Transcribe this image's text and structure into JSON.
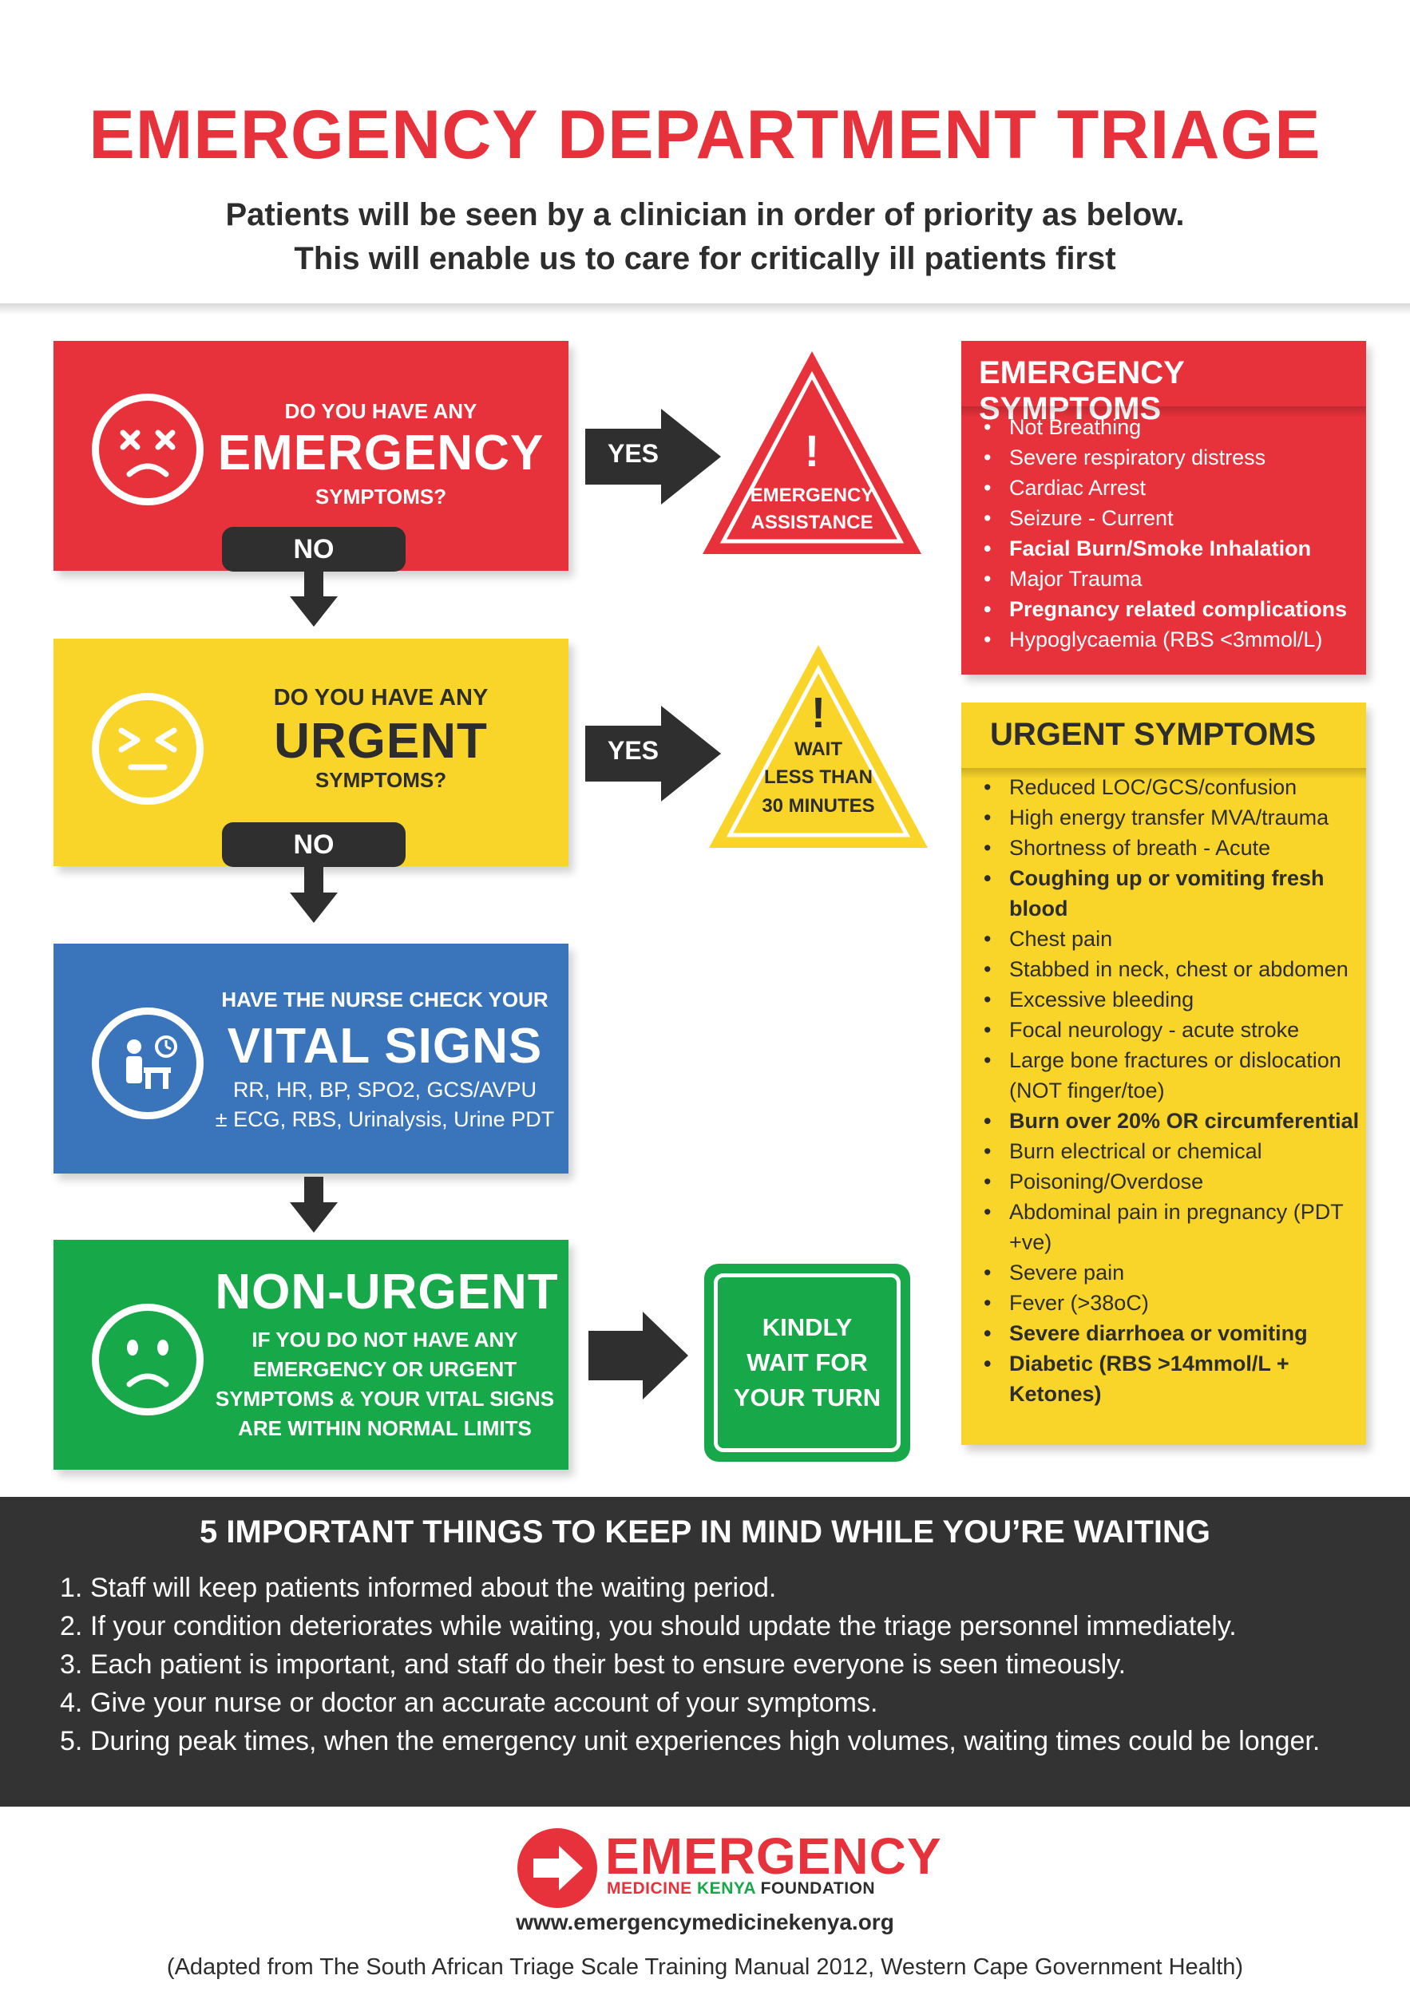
{
  "header": {
    "title": "EMERGENCY DEPARTMENT TRIAGE",
    "subtitle_line1": "Patients will be seen by a clinician in order of priority as below.",
    "subtitle_line2": "This will enable us to care for critically ill patients first"
  },
  "colors": {
    "red": "#e8323b",
    "yellow": "#f9d52a",
    "blue": "#3a75bb",
    "green": "#17a84a",
    "dark": "#333333"
  },
  "flow": {
    "emergency": {
      "question_top": "DO YOU HAVE ANY",
      "question_big": "EMERGENCY",
      "question_bottom": "SYMPTOMS?",
      "no_label": "NO",
      "yes_label": "YES",
      "triangle_mark": "!",
      "triangle_line1": "EMERGENCY",
      "triangle_line2": "ASSISTANCE",
      "icon": "distressed-face-icon"
    },
    "urgent": {
      "question_top": "DO YOU HAVE ANY",
      "question_big": "URGENT",
      "question_bottom": "SYMPTOMS?",
      "no_label": "NO",
      "yes_label": "YES",
      "triangle_mark": "!",
      "triangle_line1": "WAIT",
      "triangle_line2": "LESS THAN",
      "triangle_line3": "30 MINUTES",
      "icon": "squinting-face-icon"
    },
    "vitals": {
      "line_top": "HAVE THE NURSE CHECK YOUR",
      "line_big": "VITAL SIGNS",
      "detail1": "RR, HR, BP, SPO2, GCS/AVPU",
      "detail2": "± ECG, RBS, Urinalysis, Urine PDT",
      "icon": "nurse-check-icon"
    },
    "non_urgent": {
      "line_big": "NON-URGENT",
      "detail1": "IF YOU DO NOT HAVE ANY",
      "detail2": "EMERGENCY OR URGENT",
      "detail3": "SYMPTOMS & YOUR VITAL SIGNS",
      "detail4": "ARE WITHIN NORMAL LIMITS",
      "result1": "KINDLY",
      "result2": "WAIT FOR",
      "result3": "YOUR TURN",
      "icon": "sad-face-icon"
    }
  },
  "emergency_symptoms": {
    "title": "EMERGENCY SYMPTOMS",
    "items": [
      {
        "text": "Not Breathing",
        "bold": false
      },
      {
        "text": "Severe respiratory distress",
        "bold": false
      },
      {
        "text": "Cardiac Arrest",
        "bold": false
      },
      {
        "text": "Seizure - Current",
        "bold": false
      },
      {
        "text": "Facial Burn/Smoke Inhalation",
        "bold": true
      },
      {
        "text": "Major Trauma",
        "bold": false
      },
      {
        "text": "Pregnancy related complications",
        "bold": true
      },
      {
        "text": "Hypoglycaemia (RBS <3mmol/L)",
        "bold": false
      }
    ]
  },
  "urgent_symptoms": {
    "title": "URGENT SYMPTOMS",
    "items": [
      {
        "text": "Reduced LOC/GCS/confusion",
        "bold": false
      },
      {
        "text": "High energy transfer MVA/trauma",
        "bold": false
      },
      {
        "text": "Shortness of breath - Acute",
        "bold": false
      },
      {
        "text": "Coughing up or vomiting fresh blood",
        "bold": true
      },
      {
        "text": "Chest pain",
        "bold": false
      },
      {
        "text": "Stabbed in neck, chest or abdomen",
        "bold": false
      },
      {
        "text": "Excessive bleeding",
        "bold": false
      },
      {
        "text": "Focal neurology - acute stroke",
        "bold": false
      },
      {
        "text": "Large bone fractures or dislocation (NOT finger/toe)",
        "bold": false
      },
      {
        "text": "Burn over 20% OR circumferential",
        "bold": true
      },
      {
        "text": "Burn electrical or chemical",
        "bold": false
      },
      {
        "text": "Poisoning/Overdose",
        "bold": false
      },
      {
        "text": "Abdominal pain in pregnancy (PDT +ve)",
        "bold": false
      },
      {
        "text": "Severe pain",
        "bold": false
      },
      {
        "text": "Fever (>38oC)",
        "bold": false
      },
      {
        "text": "Severe diarrhoea or vomiting",
        "bold": true
      },
      {
        "text": "Diabetic (RBS >14mmol/L + Ketones)",
        "bold": true
      }
    ]
  },
  "waiting": {
    "title": "5 IMPORTANT THINGS TO KEEP IN MIND WHILE YOU’RE WAITING",
    "items": [
      "Staff will keep patients informed about the waiting period.",
      "If your condition deteriorates while waiting, you should update the triage personnel immediately.",
      "Each patient is important, and staff do their best to ensure everyone is seen timeously.",
      "Give your nurse or doctor an accurate account of your symptoms.",
      "During peak times, when the emergency unit experiences high volumes, waiting times could be longer."
    ]
  },
  "footer": {
    "logo_main": "EMERGENCY",
    "logo_sub_medicine": "MEDICINE ",
    "logo_sub_kenya": "KENYA ",
    "logo_sub_foundation": "FOUNDATION",
    "website": "www.emergencymedicinekenya.org",
    "source": "(Adapted from The South African Triage Scale Training Manual 2012, Western Cape Government Health)"
  }
}
